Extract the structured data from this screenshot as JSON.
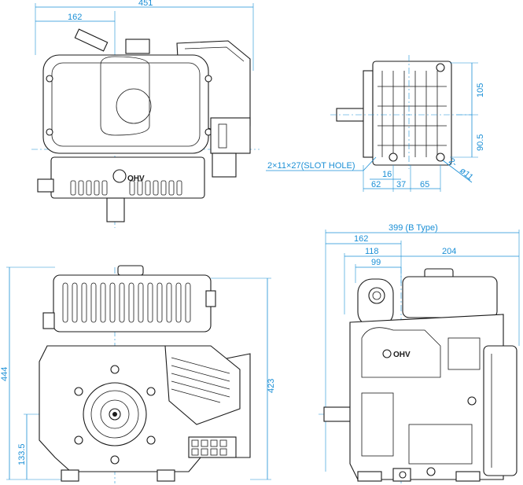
{
  "figure": {
    "title": "",
    "colors": {
      "dimension": "#1a8fd6",
      "outline": "#1a1a1a",
      "background": "#ffffff"
    }
  },
  "top_view": {
    "overall_width": "451",
    "crank_offset": "162",
    "engine_logo": "OHV"
  },
  "side_view_small": {
    "height_upper": "105",
    "height_lower": "90.5",
    "slot_hole": "2×11×27(SLOT HOLE)",
    "slot_offset": "16",
    "base_62": "62",
    "base_37": "37",
    "base_65": "65",
    "hole_count": "2-",
    "hole_diameter": "ø11"
  },
  "front_view": {
    "total_height": "444",
    "shaft_height": "133.5",
    "top_to_base": "423"
  },
  "side_view": {
    "overall_width": "399 (B Type)",
    "dim_162": "162",
    "dim_118": "118",
    "dim_99": "99",
    "dim_204": "204",
    "engine_logo": "OHV"
  }
}
